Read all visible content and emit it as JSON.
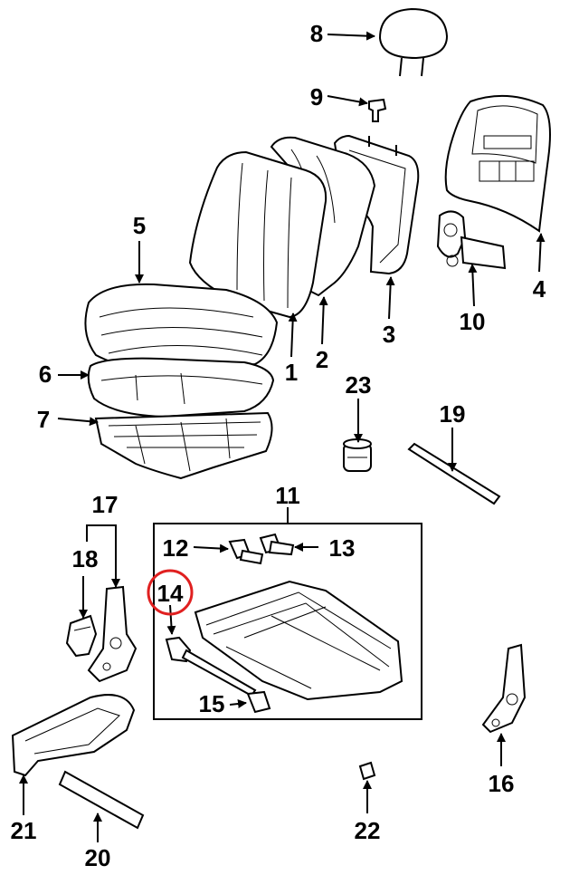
{
  "diagram": {
    "callouts": [
      {
        "id": "c1",
        "label": "1"
      },
      {
        "id": "c2",
        "label": "2"
      },
      {
        "id": "c3",
        "label": "3"
      },
      {
        "id": "c4",
        "label": "4"
      },
      {
        "id": "c5",
        "label": "5"
      },
      {
        "id": "c6",
        "label": "6"
      },
      {
        "id": "c7",
        "label": "7"
      },
      {
        "id": "c8",
        "label": "8"
      },
      {
        "id": "c9",
        "label": "9"
      },
      {
        "id": "c10",
        "label": "10"
      },
      {
        "id": "c11",
        "label": "11"
      },
      {
        "id": "c12",
        "label": "12"
      },
      {
        "id": "c13",
        "label": "13"
      },
      {
        "id": "c14",
        "label": "14"
      },
      {
        "id": "c15",
        "label": "15"
      },
      {
        "id": "c16",
        "label": "16"
      },
      {
        "id": "c17",
        "label": "17"
      },
      {
        "id": "c18",
        "label": "18"
      },
      {
        "id": "c19",
        "label": "19"
      },
      {
        "id": "c20",
        "label": "20"
      },
      {
        "id": "c21",
        "label": "21"
      },
      {
        "id": "c22",
        "label": "22"
      },
      {
        "id": "c23",
        "label": "23"
      }
    ],
    "highlighted_callout": "14",
    "highlight_color": "#e02020"
  }
}
